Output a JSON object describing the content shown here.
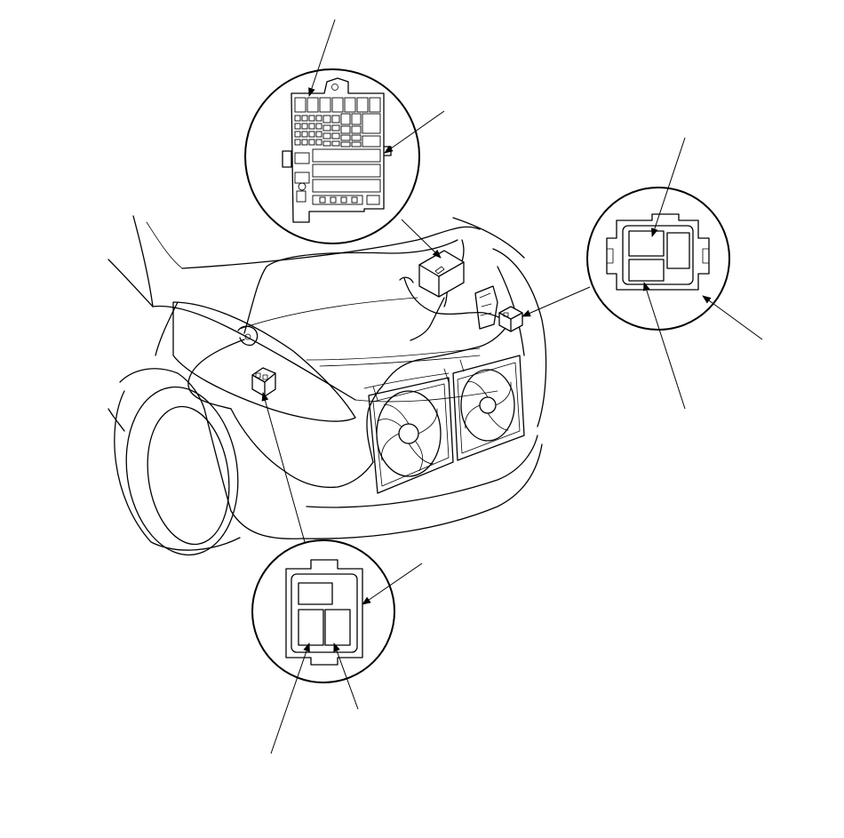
{
  "diagram": {
    "colors": {
      "line": "#000000",
      "background": "#ffffff"
    },
    "components": [
      {
        "id": "fuse-relay-box",
        "icon": "fuse-box-icon"
      },
      {
        "id": "fan-relay-connector-right",
        "icon": "connector-icon"
      },
      {
        "id": "fan-relay-connector-left",
        "icon": "connector-icon"
      },
      {
        "id": "radiator-fans",
        "icon": "fan-icon"
      }
    ]
  }
}
